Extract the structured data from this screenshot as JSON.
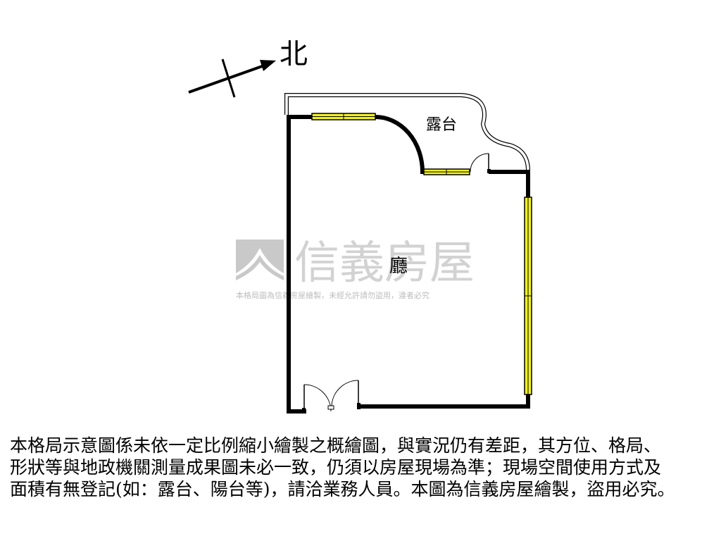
{
  "compass": {
    "north_label": "北"
  },
  "rooms": {
    "balcony": "露台",
    "living_room": "廳"
  },
  "watermark": {
    "brand": "信義房屋",
    "notice": "本格局圖為信義房屋繪製，未經允許請勿盜用，違者必究"
  },
  "disclaimer": {
    "lines": [
      "本格局示意圖係未依一定比例縮小繪製之概繪圖，與實況仍有差距，其方位、格局、",
      "形狀等與地政機關測量成果圖未必一致，仍須以房屋現場為準；現場空間使用方式及",
      "面積有無登記(如：露台、陽台等)，請洽業務人員。本圖為信義房屋繪製，盜用必究。"
    ]
  },
  "colors": {
    "wall": "#000000",
    "window": "#f2f21e",
    "watermark": "#bdbdbd",
    "background": "#ffffff"
  }
}
